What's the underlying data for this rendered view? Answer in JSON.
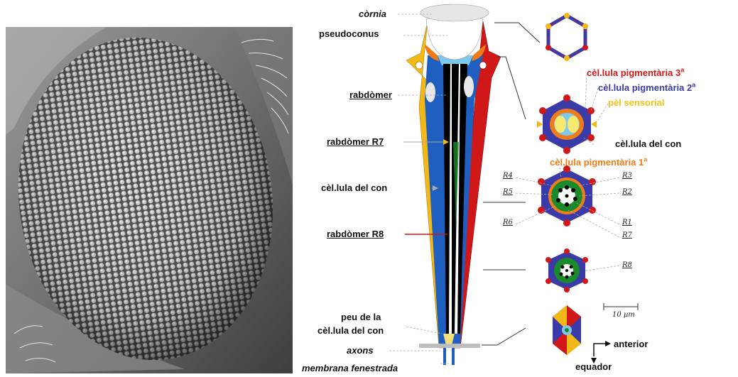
{
  "labels": {
    "cornia": "còrnia",
    "pseudoconus": "pseudoconus",
    "rabdomer": "rabdòmer",
    "rabdomer_r7": "rabdòmer R7",
    "cone_cell_mid": "cèl.lula del con",
    "rabdomer_r8": "rabdòmer R8",
    "peu_line1": "peu de la",
    "peu_line2": "cèl.lula del con",
    "axons": "axons",
    "membrana": "membrana fenestrada",
    "pigment3": "cèl.lula pigmentària 3",
    "pigment3_sup": "a",
    "pigment2": "cèl.lula pigmentària 2",
    "pigment2_sup": "a",
    "sensory": "pèl sensorial",
    "cone_cell_right": "cèl.lula del con",
    "pigment1": "cèl.lula pigmentària 1",
    "pigment1_sup": "a",
    "anterior": "anterior",
    "equador": "equador",
    "scale": "10 µm"
  },
  "receptors": {
    "r1": "R1",
    "r2": "R2",
    "r3": "R3",
    "r4": "R4",
    "r5": "R5",
    "r6": "R6",
    "r7": "R7",
    "r8": "R8"
  },
  "colors": {
    "primary_pigment": "#f07c18",
    "secondary_pigment": "#3a3aa8",
    "tertiary_pigment": "#d01818",
    "sensory_bristle": "#f2c21a",
    "cone_cell": "#1e5fc0",
    "photoreceptor": "#1a8a2a",
    "rhabdomere": "#000000",
    "cornea": "#e6e6e6"
  }
}
